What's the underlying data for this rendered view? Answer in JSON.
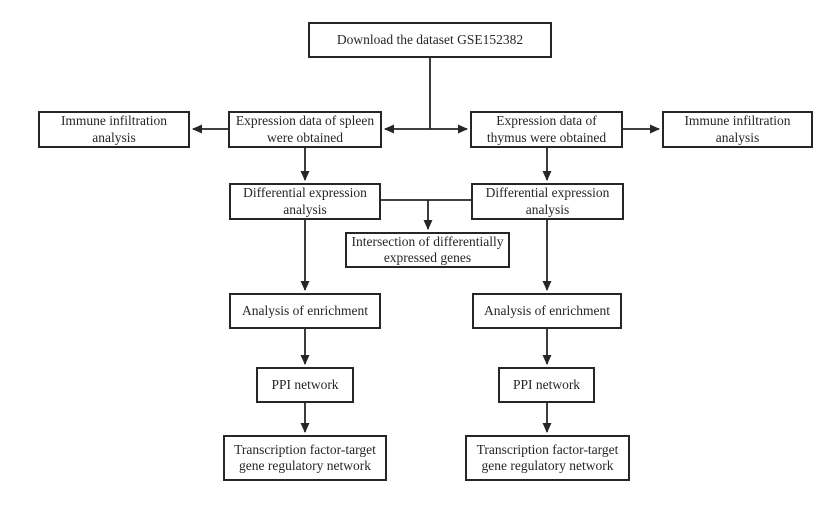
{
  "figure": {
    "type": "flowchart",
    "colors": {
      "line": "#262626",
      "text": "#262626",
      "bg": "#ffffff"
    },
    "nodes": {
      "download": "Download the dataset GSE152382",
      "immune_left": "Immune infiltration\nanalysis",
      "spleen": "Expression data of spleen\nwere obtained",
      "thymus": "Expression data of\nthymus were obtained",
      "immune_right": "Immune infiltration\nanalysis",
      "dea_left": "Differential expression\nanalysis",
      "dea_right": "Differential expression\nanalysis",
      "intersection": "Intersection of differentially\nexpressed genes",
      "enrichment_left": "Analysis of enrichment",
      "enrichment_right": "Analysis of enrichment",
      "ppi_left": "PPI network",
      "ppi_right": "PPI network",
      "tf_left": "Transcription factor-target\ngene regulatory network",
      "tf_right": "Transcription factor-target\ngene regulatory network"
    }
  }
}
